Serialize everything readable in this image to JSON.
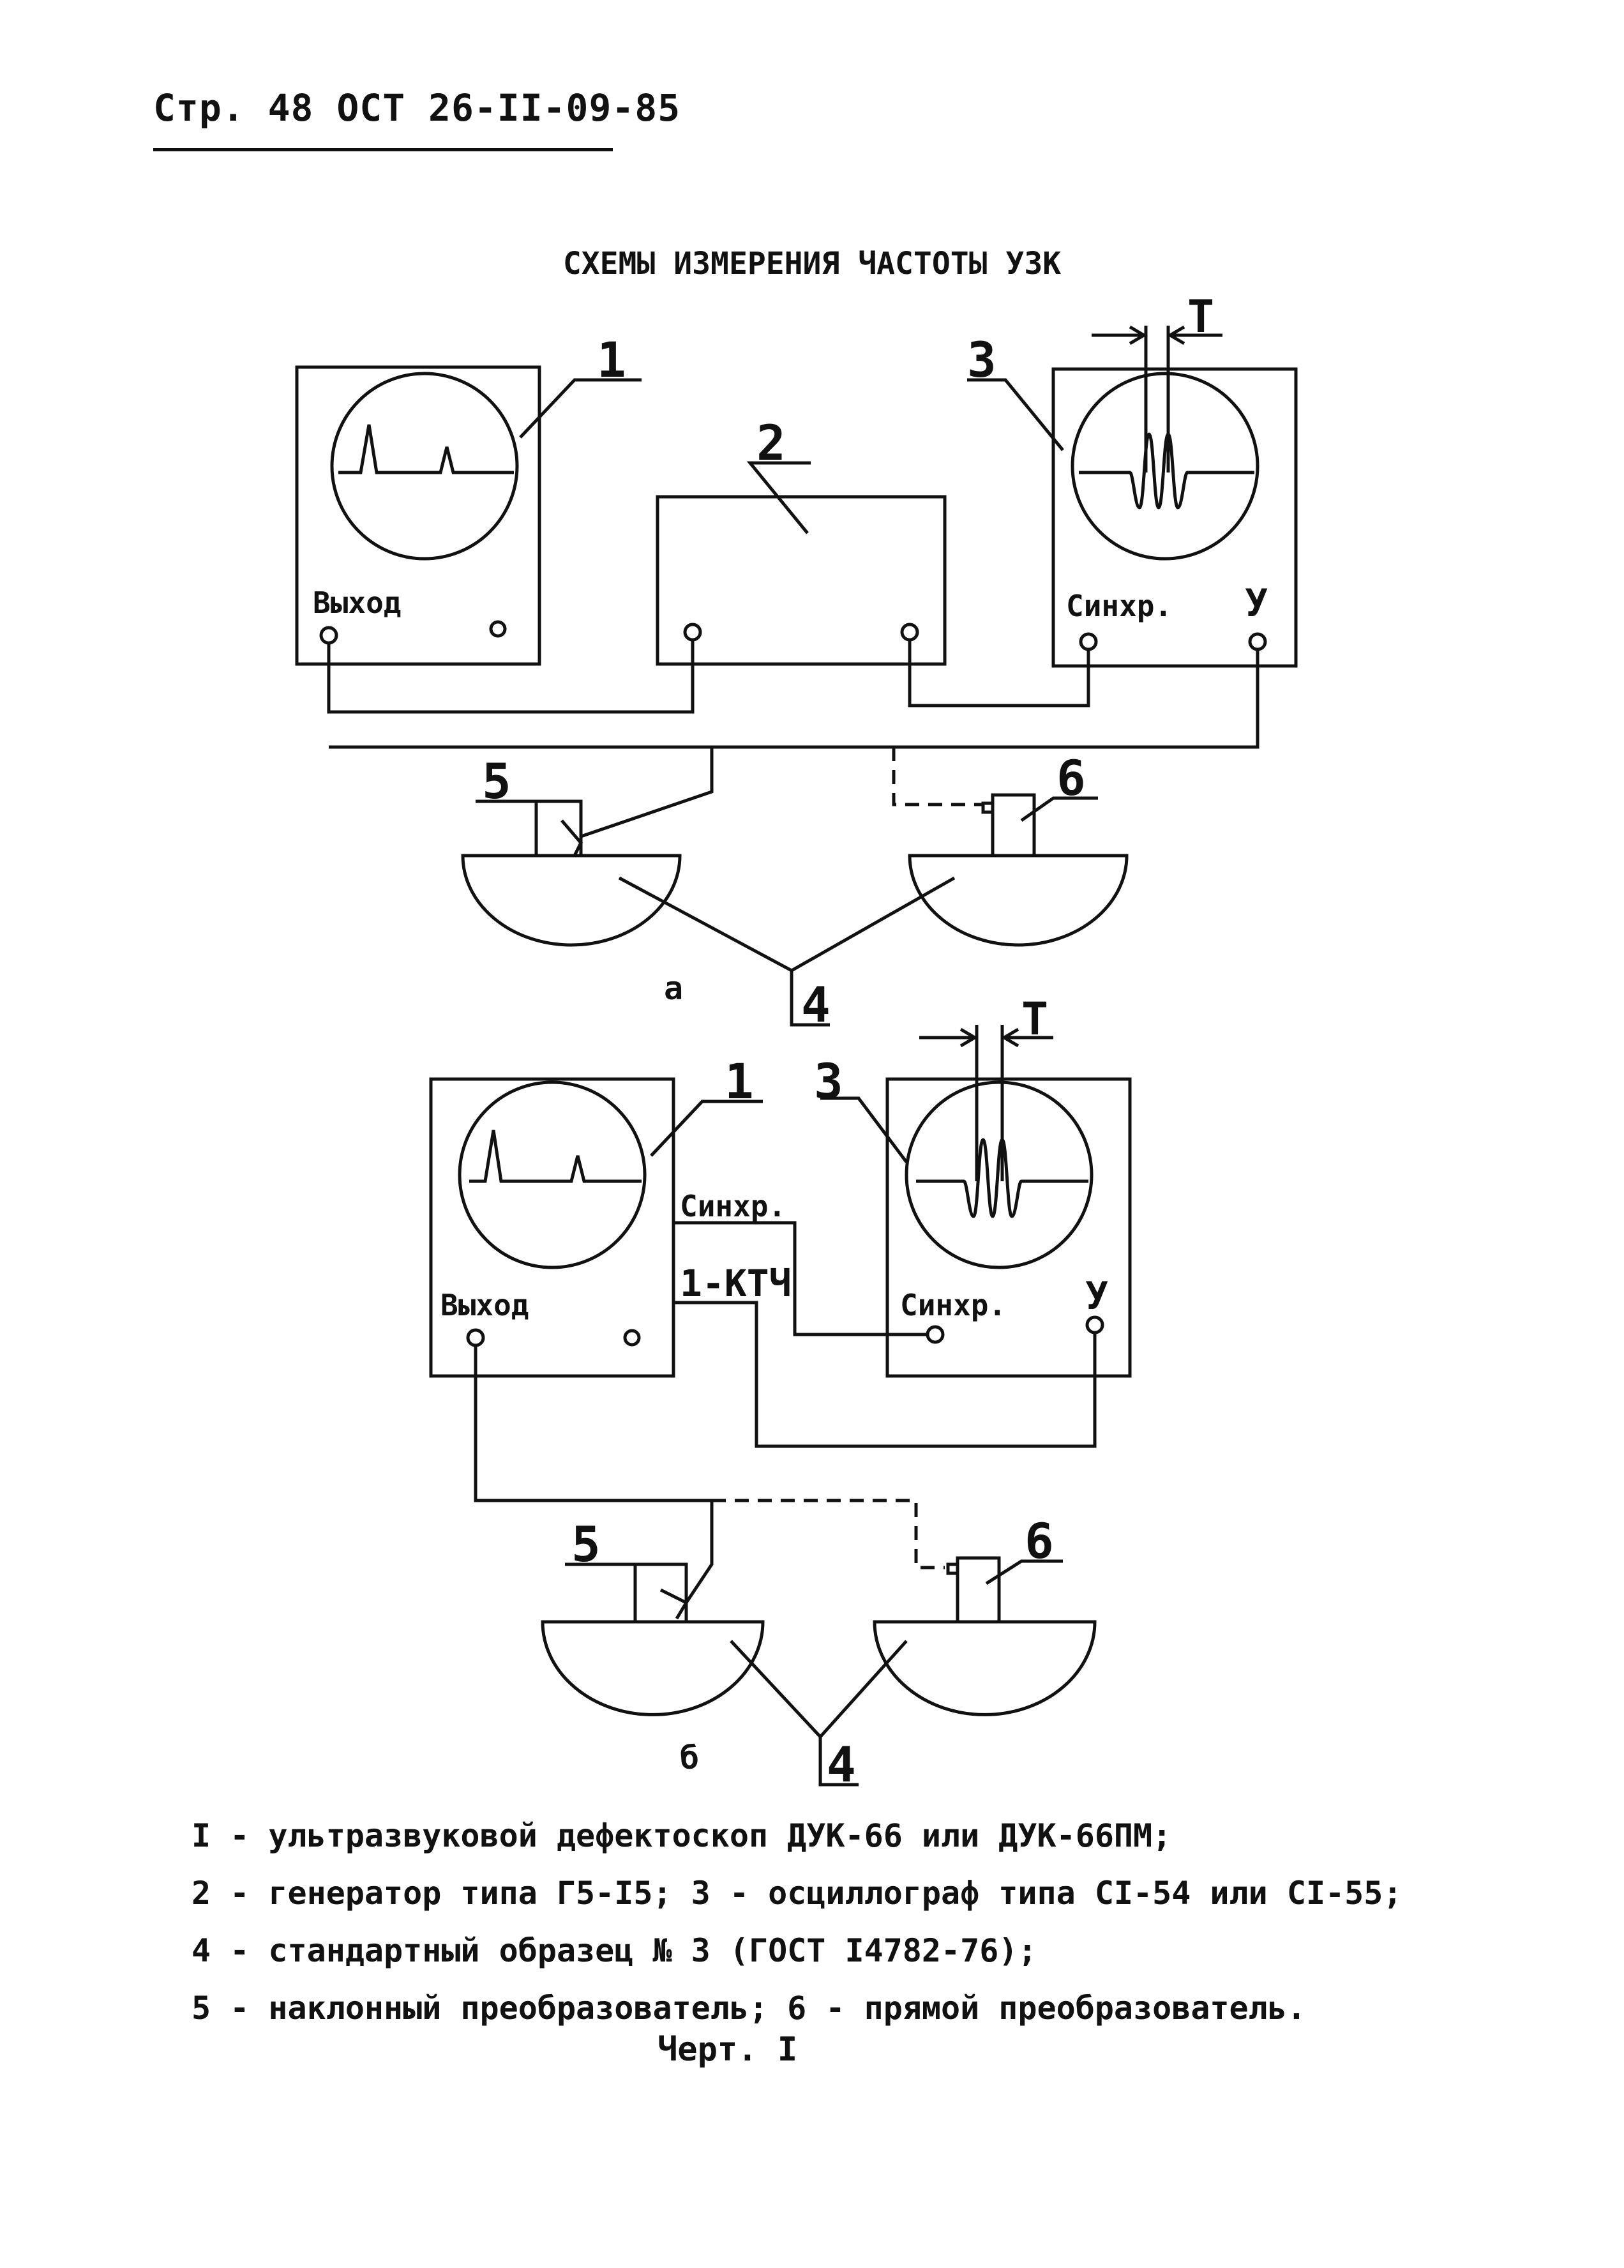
{
  "header": "Стр. 48 ОСТ 26-II-09-85",
  "title": "СХЕМЫ ИЗМЕРЕНИЯ ЧАСТОТЫ УЗК",
  "diagram_a": {
    "sublabel": "а",
    "num1": "1",
    "num2": "2",
    "num3": "3",
    "num4": "4",
    "num5": "5",
    "num6": "6",
    "period_label": "T",
    "port_output": "Выход",
    "port_sync": "Синхр.",
    "port_y": "У"
  },
  "diagram_b": {
    "sublabel": "б",
    "num1": "1",
    "num3": "3",
    "num4": "4",
    "num5": "5",
    "num6": "6",
    "period_label": "T",
    "port_output": "Выход",
    "port_sync_out": "Синхр.",
    "port_ktch": "1-КТЧ",
    "port_sync_in": "Синхр.",
    "port_y": "У"
  },
  "legend": [
    "I - ультразвуковой дефектоскоп ДУК-66 или ДУК-66ПМ;",
    "2 - генератор типа Г5-I5; 3 - осциллограф типа СI-54 или СI-55;",
    "4 - стандартный образец № 3 (ГОСТ I4782-76);",
    "5 - наклонный преобразователь; 6 - прямой преобразователь."
  ],
  "caption": "Черт. I"
}
